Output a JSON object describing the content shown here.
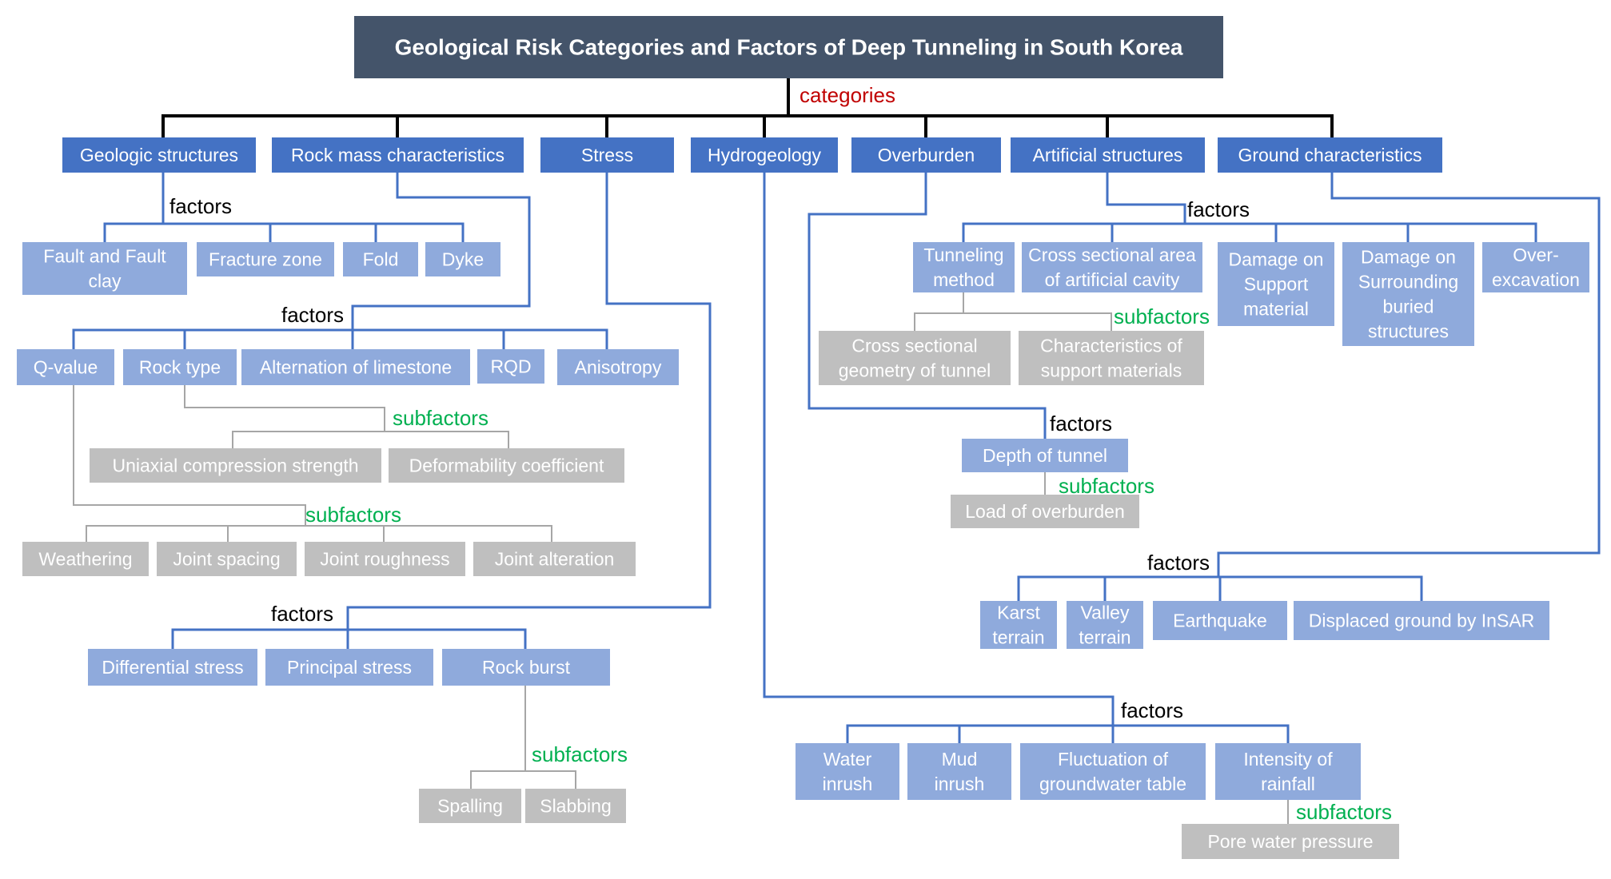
{
  "title": "Geological Risk Categories and Factors of Deep Tunneling in South Korea",
  "labels": {
    "categories": "categories",
    "factors": "factors",
    "subfactors": "subfactors"
  },
  "colors": {
    "title_bg": "#44546a",
    "category": "#4472c4",
    "factor": "#8faadc",
    "subfactor": "#bfbfbf",
    "connector_main": "#000000",
    "connector_factor": "#4472c4",
    "connector_sub": "#a6a6a6",
    "categories_label": "#c00000",
    "subfactors_label": "#00b050",
    "factors_label": "#000000"
  },
  "categories": [
    {
      "id": "geo",
      "name": "Geologic structures"
    },
    {
      "id": "rock",
      "name": "Rock mass characteristics"
    },
    {
      "id": "stress",
      "name": "Stress"
    },
    {
      "id": "hydro",
      "name": "Hydrogeology"
    },
    {
      "id": "over",
      "name": "Overburden"
    },
    {
      "id": "art",
      "name": "Artificial structures"
    },
    {
      "id": "ground",
      "name": "Ground  characteristics"
    }
  ],
  "factors": [
    {
      "id": "fault",
      "name": [
        "Fault and Fault",
        "clay"
      ],
      "category": "geo"
    },
    {
      "id": "fracture",
      "name": [
        "Fracture zone"
      ],
      "category": "geo"
    },
    {
      "id": "fold",
      "name": [
        "Fold"
      ],
      "category": "geo"
    },
    {
      "id": "dyke",
      "name": [
        "Dyke"
      ],
      "category": "geo"
    },
    {
      "id": "qvalue",
      "name": [
        "Q-value"
      ],
      "category": "rock"
    },
    {
      "id": "rocktype",
      "name": [
        "Rock type"
      ],
      "category": "rock"
    },
    {
      "id": "altlime",
      "name": [
        "Alternation of limestone"
      ],
      "category": "rock"
    },
    {
      "id": "rqd",
      "name": [
        "RQD"
      ],
      "category": "rock"
    },
    {
      "id": "aniso",
      "name": [
        "Anisotropy"
      ],
      "category": "rock"
    },
    {
      "id": "diffstress",
      "name": [
        "Differential stress"
      ],
      "category": "stress"
    },
    {
      "id": "princstress",
      "name": [
        "Principal stress"
      ],
      "category": "stress"
    },
    {
      "id": "rockburst",
      "name": [
        "Rock burst"
      ],
      "category": "stress"
    },
    {
      "id": "tunmethod",
      "name": [
        "Tunneling",
        "method"
      ],
      "category": "art"
    },
    {
      "id": "crossarea",
      "name": [
        "Cross sectional area",
        "of artificial cavity"
      ],
      "category": "art"
    },
    {
      "id": "dmgsupport",
      "name": [
        "Damage on",
        "Support",
        "material"
      ],
      "category": "art"
    },
    {
      "id": "dmgburied",
      "name": [
        "Damage on",
        "Surrounding",
        "buried",
        "structures"
      ],
      "category": "art"
    },
    {
      "id": "overexc",
      "name": [
        "Over-",
        "excavation"
      ],
      "category": "art"
    },
    {
      "id": "depth",
      "name": [
        "Depth of tunnel"
      ],
      "category": "over"
    },
    {
      "id": "karst",
      "name": [
        "Karst",
        "terrain"
      ],
      "category": "ground"
    },
    {
      "id": "valley",
      "name": [
        "Valley",
        "terrain"
      ],
      "category": "ground"
    },
    {
      "id": "quake",
      "name": [
        "Earthquake"
      ],
      "category": "ground"
    },
    {
      "id": "insar",
      "name": [
        "Displaced ground by InSAR"
      ],
      "category": "ground"
    },
    {
      "id": "water",
      "name": [
        "Water",
        "inrush"
      ],
      "category": "hydro"
    },
    {
      "id": "mud",
      "name": [
        "Mud",
        "inrush"
      ],
      "category": "hydro"
    },
    {
      "id": "fluct",
      "name": [
        "Fluctuation of",
        "groundwater table"
      ],
      "category": "hydro"
    },
    {
      "id": "rain",
      "name": [
        "Intensity of",
        "rainfall"
      ],
      "category": "hydro"
    }
  ],
  "subfactors": [
    {
      "id": "ucs",
      "name": [
        "Uniaxial compression strength"
      ],
      "factor": "rocktype"
    },
    {
      "id": "deform",
      "name": [
        "Deformability coefficient"
      ],
      "factor": "rocktype"
    },
    {
      "id": "weather",
      "name": [
        "Weathering"
      ],
      "factor": "qvalue"
    },
    {
      "id": "jspace",
      "name": [
        "Joint spacing"
      ],
      "factor": "qvalue"
    },
    {
      "id": "jrough",
      "name": [
        "Joint roughness"
      ],
      "factor": "qvalue"
    },
    {
      "id": "jalter",
      "name": [
        "Joint alteration"
      ],
      "factor": "qvalue"
    },
    {
      "id": "spalling",
      "name": [
        "Spalling"
      ],
      "factor": "rockburst"
    },
    {
      "id": "slabbing",
      "name": [
        "Slabbing"
      ],
      "factor": "rockburst"
    },
    {
      "id": "crossgeo",
      "name": [
        "Cross sectional",
        "geometry of tunnel"
      ],
      "factor": "tunmethod"
    },
    {
      "id": "charsupp",
      "name": [
        "Characteristics of",
        "support materials"
      ],
      "factor": "tunmethod"
    },
    {
      "id": "load",
      "name": [
        "Load of overburden"
      ],
      "factor": "depth"
    },
    {
      "id": "pore",
      "name": [
        "Pore water pressure"
      ],
      "factor": "rain"
    }
  ]
}
